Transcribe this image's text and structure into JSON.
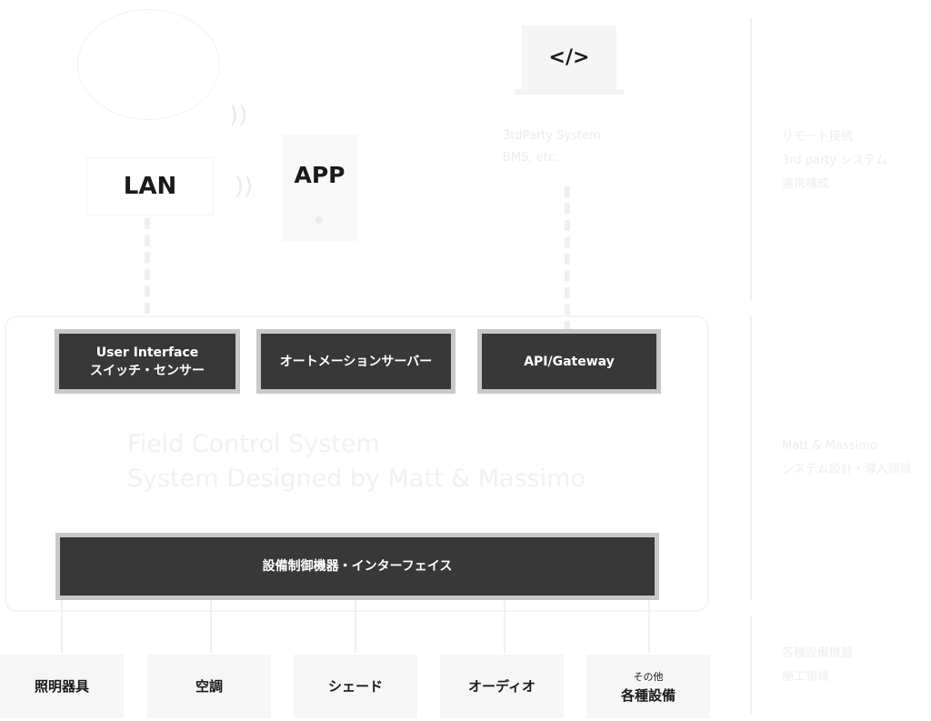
{
  "top": {
    "lan_label": "LAN",
    "app_label": "APP",
    "code_icon": "</>",
    "third_party_lines": [
      "3rdParty System",
      "BMS, etc."
    ]
  },
  "field": {
    "title_lines": [
      "Field Control System",
      "System Designed by Matt & Massimo"
    ],
    "ui_box": {
      "line1": "User Interface",
      "line2": "スイッチ・センサー"
    },
    "automation_box": "オートメーションサーバー",
    "api_box": "API/Gateway",
    "interface_bar": "設備制御機器・インターフェイス"
  },
  "devices": [
    {
      "small": "",
      "label": "照明器具"
    },
    {
      "small": "",
      "label": "空調"
    },
    {
      "small": "",
      "label": "シェード"
    },
    {
      "small": "",
      "label": "オーディオ"
    },
    {
      "small": "その他",
      "label": "各種設備"
    }
  ],
  "right_notes": {
    "top": [
      "リモート接続",
      "3rd party システム",
      "連携構成"
    ],
    "middle": [
      "Matt & Massimo",
      "システム設計・導入領域"
    ],
    "bottom": [
      "各種設備機器",
      "施工領域"
    ]
  }
}
